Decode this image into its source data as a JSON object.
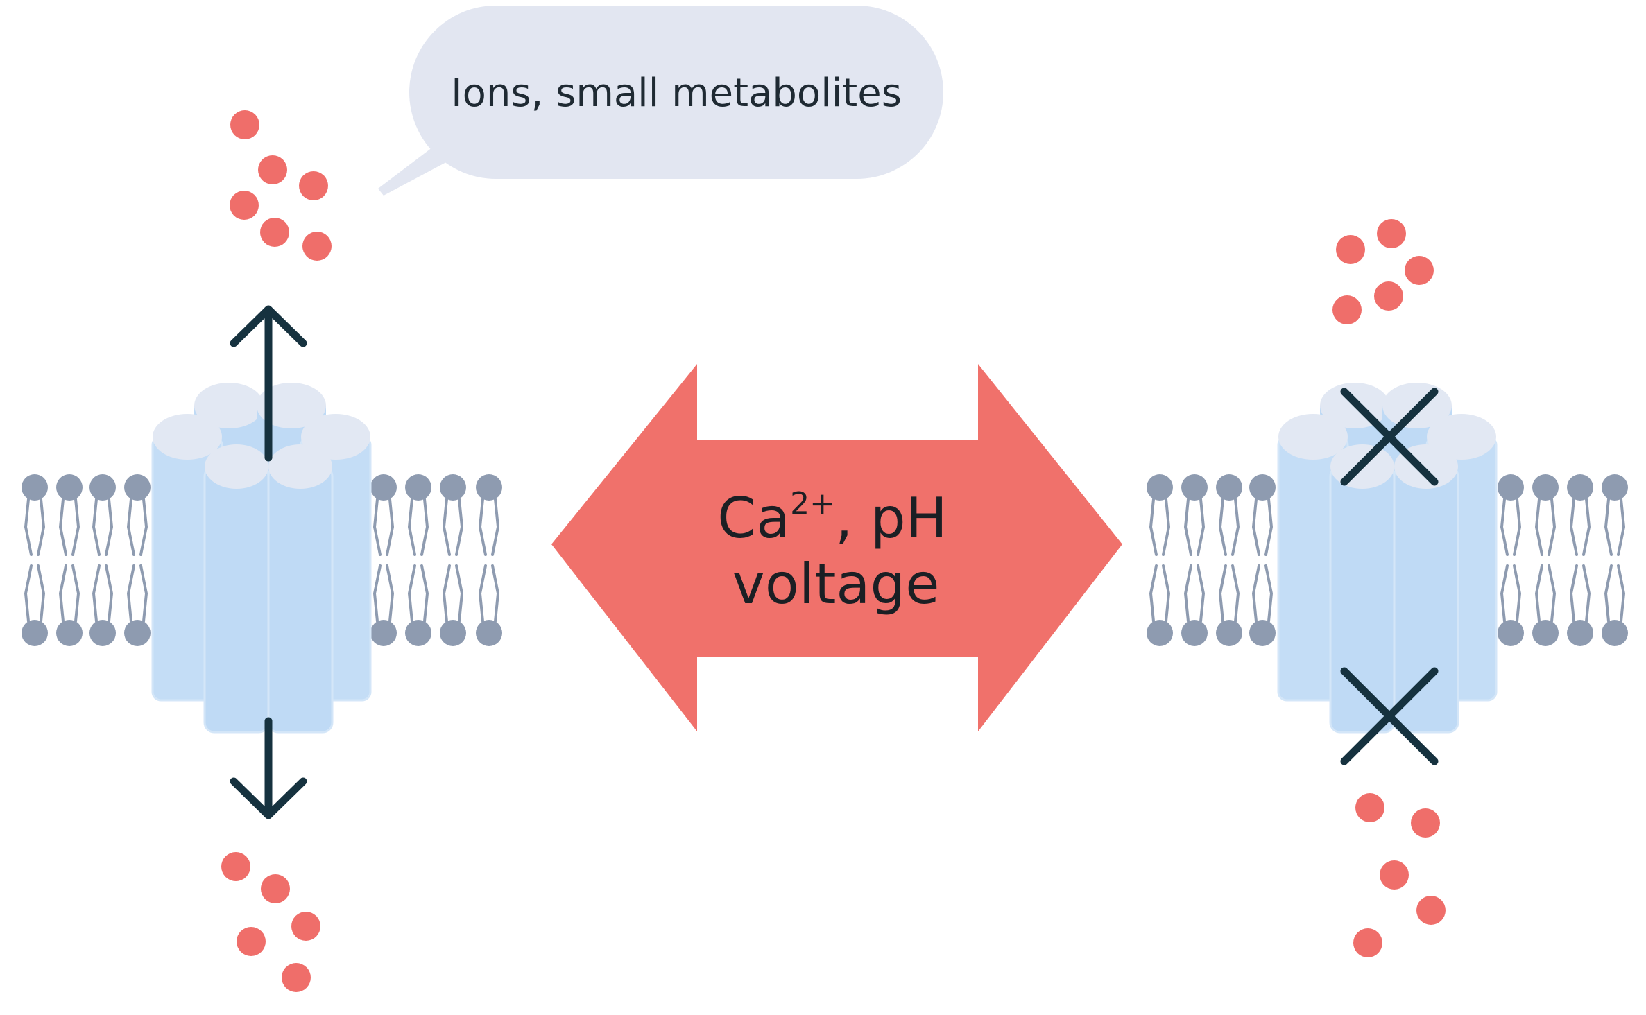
{
  "bubble": {
    "label": "Ions, small metabolites"
  },
  "center_arrow": {
    "line1_base": "Ca",
    "line1_sup": "2+",
    "line1_rest": ", pH",
    "line2": "voltage"
  },
  "colors": {
    "ion": "#ef6e6a",
    "arrow": "#f0716b",
    "channel_body": "#bfdaf5",
    "channel_top": "#e2e8f3",
    "lipid": "#8e9bb0",
    "bubble": "#e2e6f1",
    "mark": "#16323f"
  },
  "left_channel": {
    "state": "open"
  },
  "right_channel": {
    "state": "closed"
  }
}
